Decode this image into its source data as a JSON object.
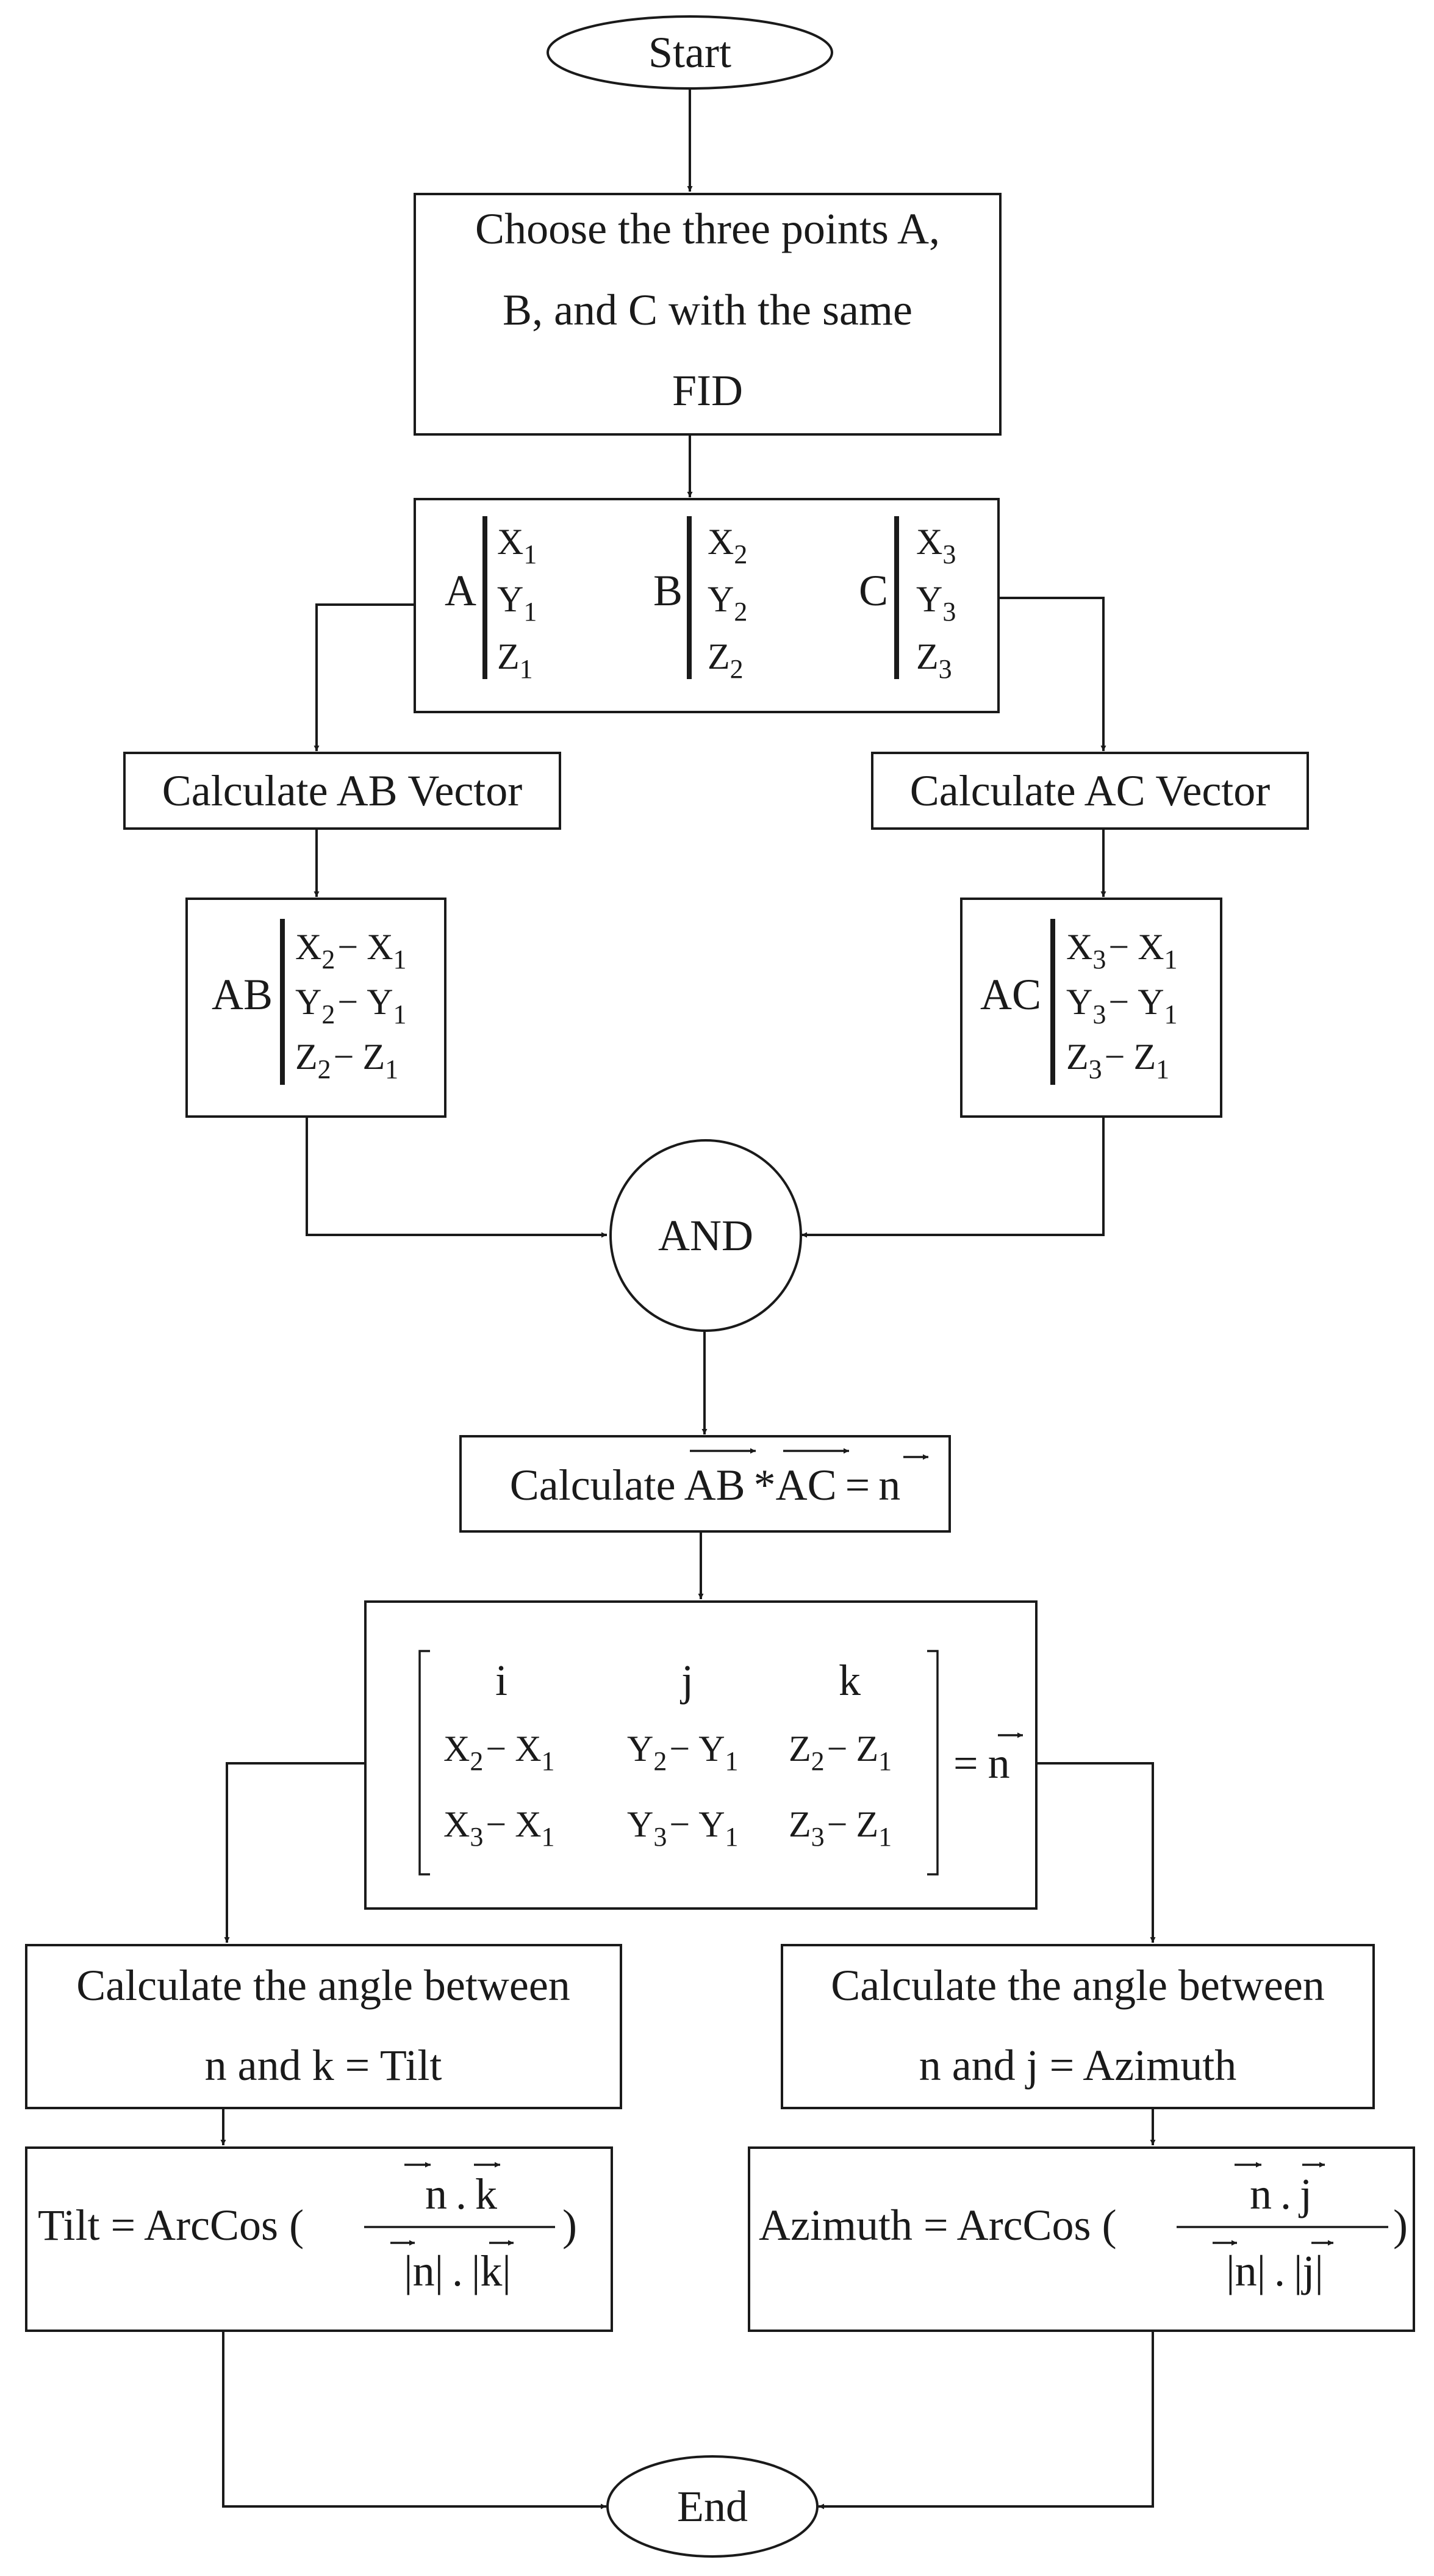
{
  "nodes": {
    "start": "Start",
    "choose_points": [
      "Choose the three points A,",
      "B, and C with the same",
      "FID"
    ],
    "point_a": {
      "name": "A",
      "x": "X",
      "x_sub": "1",
      "y": "Y",
      "y_sub": "1",
      "z": "Z",
      "z_sub": "1"
    },
    "point_b": {
      "name": "B",
      "x": "X",
      "x_sub": "2",
      "y": "Y",
      "y_sub": "2",
      "z": "Z",
      "z_sub": "2"
    },
    "point_c": {
      "name": "C",
      "x": "X",
      "x_sub": "3",
      "y": "Y",
      "y_sub": "3",
      "z": "Z",
      "z_sub": "3"
    },
    "calc_ab": "Calculate AB Vector",
    "calc_ac": "Calculate AC Vector",
    "ab_vector": {
      "name": "AB",
      "rows": [
        {
          "a": "X",
          "a_sub": "2",
          "op": "−",
          "b": "X",
          "b_sub": "1"
        },
        {
          "a": "Y",
          "a_sub": "2",
          "op": "−",
          "b": "Y",
          "b_sub": "1"
        },
        {
          "a": "Z",
          "a_sub": "2",
          "op": "−",
          "b": "Z",
          "b_sub": "1"
        }
      ]
    },
    "ac_vector": {
      "name": "AC",
      "rows": [
        {
          "a": "X",
          "a_sub": "3",
          "op": "−",
          "b": "X",
          "b_sub": "1"
        },
        {
          "a": "Y",
          "a_sub": "3",
          "op": "−",
          "b": "Y",
          "b_sub": "1"
        },
        {
          "a": "Z",
          "a_sub": "3",
          "op": "−",
          "b": "Z",
          "b_sub": "1"
        }
      ]
    },
    "and": "AND",
    "cross_product": {
      "prefix": "Calculate ",
      "ab": "AB",
      "star": "*",
      "ac": "AC",
      "equals": "=",
      "n": "n"
    },
    "matrix": {
      "header": [
        "i",
        "j",
        "k"
      ],
      "row2": [
        {
          "a": "X",
          "a_sub": "2",
          "op": "−",
          "b": "X",
          "b_sub": "1"
        },
        {
          "a": "Y",
          "a_sub": "2",
          "op": "−",
          "b": "Y",
          "b_sub": "1"
        },
        {
          "a": "Z",
          "a_sub": "2",
          "op": "−",
          "b": "Z",
          "b_sub": "1"
        }
      ],
      "row3": [
        {
          "a": "X",
          "a_sub": "3",
          "op": "−",
          "b": "X",
          "b_sub": "1"
        },
        {
          "a": "Y",
          "a_sub": "3",
          "op": "−",
          "b": "Y",
          "b_sub": "1"
        },
        {
          "a": "Z",
          "a_sub": "3",
          "op": "−",
          "b": "Z",
          "b_sub": "1"
        }
      ],
      "equals": "=",
      "n": "n"
    },
    "tilt_angle": [
      "Calculate the angle between",
      "n and k = Tilt"
    ],
    "azimuth_angle": [
      "Calculate the angle between",
      "n and j = Azimuth"
    ],
    "tilt_formula": {
      "lhs": "Tilt = ArcCos (",
      "num_a": "n",
      "dot": ".",
      "num_b": "k",
      "den_a": "n",
      "den_b": "k",
      "close": ")"
    },
    "azimuth_formula": {
      "lhs": "Azimuth = ArcCos (",
      "num_a": "n",
      "dot": ".",
      "num_b": "j",
      "den_a": "n",
      "den_b": "j",
      "close": ")"
    },
    "end": "End"
  }
}
